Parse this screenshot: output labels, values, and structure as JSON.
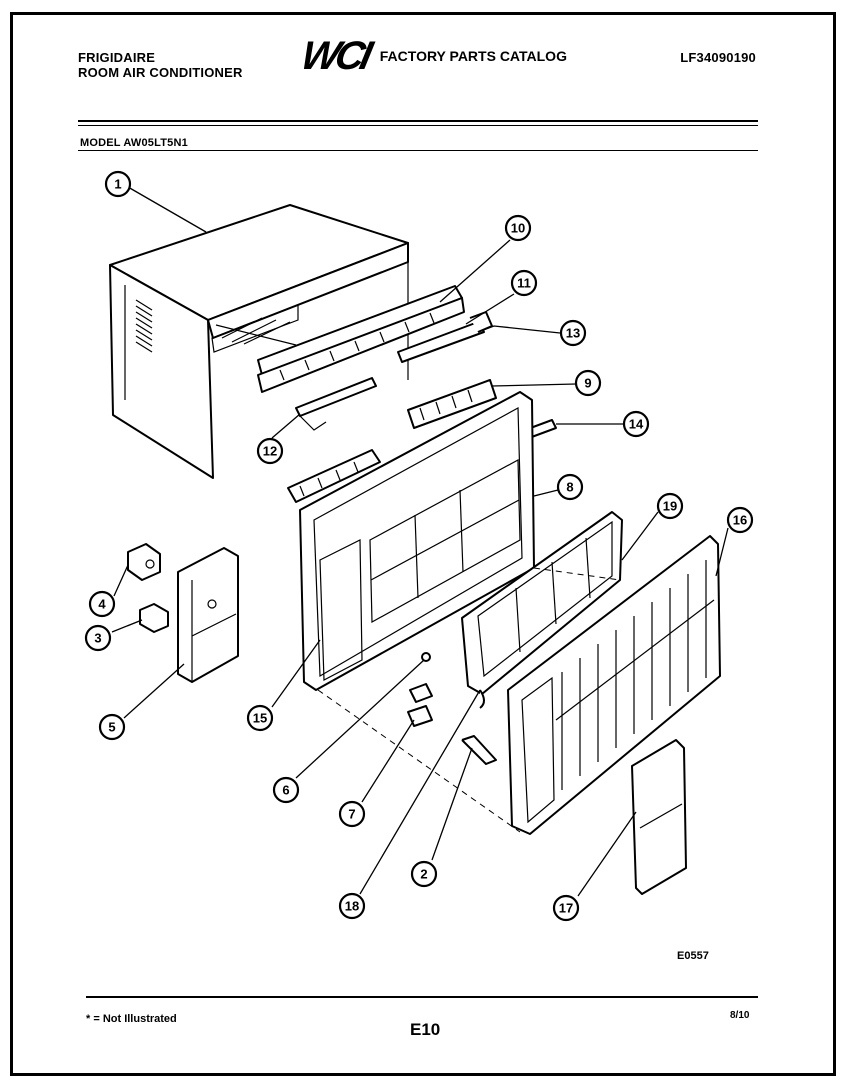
{
  "header": {
    "brand_line1": "FRIGIDAIRE",
    "brand_line2": "ROOM AIR CONDITIONER",
    "logo": "WCI",
    "catalog_title": "FACTORY PARTS CATALOG",
    "part_number": "LF34090190"
  },
  "model_label": "MODEL AW05LT5N1",
  "figure_code": "E0557",
  "footer": {
    "note": "* = Not Illustrated",
    "page": "E10",
    "date": "8/10"
  },
  "callouts": [
    "1",
    "2",
    "3",
    "4",
    "5",
    "6",
    "7",
    "8",
    "9",
    "10",
    "11",
    "12",
    "13",
    "14",
    "15",
    "16",
    "17",
    "18",
    "19"
  ],
  "colors": {
    "ink": "#000000",
    "paper": "#ffffff"
  }
}
